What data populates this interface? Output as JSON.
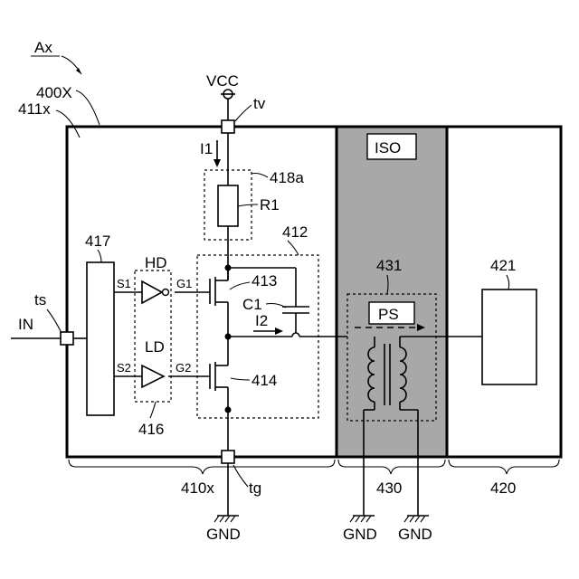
{
  "labels": {
    "ax": "Ax",
    "x400": "400X",
    "x411": "411x",
    "vcc": "VCC",
    "tv": "tv",
    "i1": "I1",
    "x418a": "418a",
    "r1": "R1",
    "x412": "412",
    "x417": "417",
    "hd": "HD",
    "ld": "LD",
    "x416": "416",
    "s1": "S1",
    "s2": "S2",
    "g1": "G1",
    "g2": "G2",
    "x413": "413",
    "c1": "C1",
    "i2": "I2",
    "x414": "414",
    "ts": "ts",
    "in": "IN",
    "iso": "ISO",
    "x431": "431",
    "ps": "PS",
    "x421": "421",
    "x410x": "410x",
    "tg": "tg",
    "x430": "430",
    "x420": "420",
    "gnd1": "GND",
    "gnd2": "GND",
    "gnd3": "GND"
  },
  "colors": {
    "iso_fill": "#a8a8a8",
    "line": "#000000",
    "background": "#ffffff"
  }
}
